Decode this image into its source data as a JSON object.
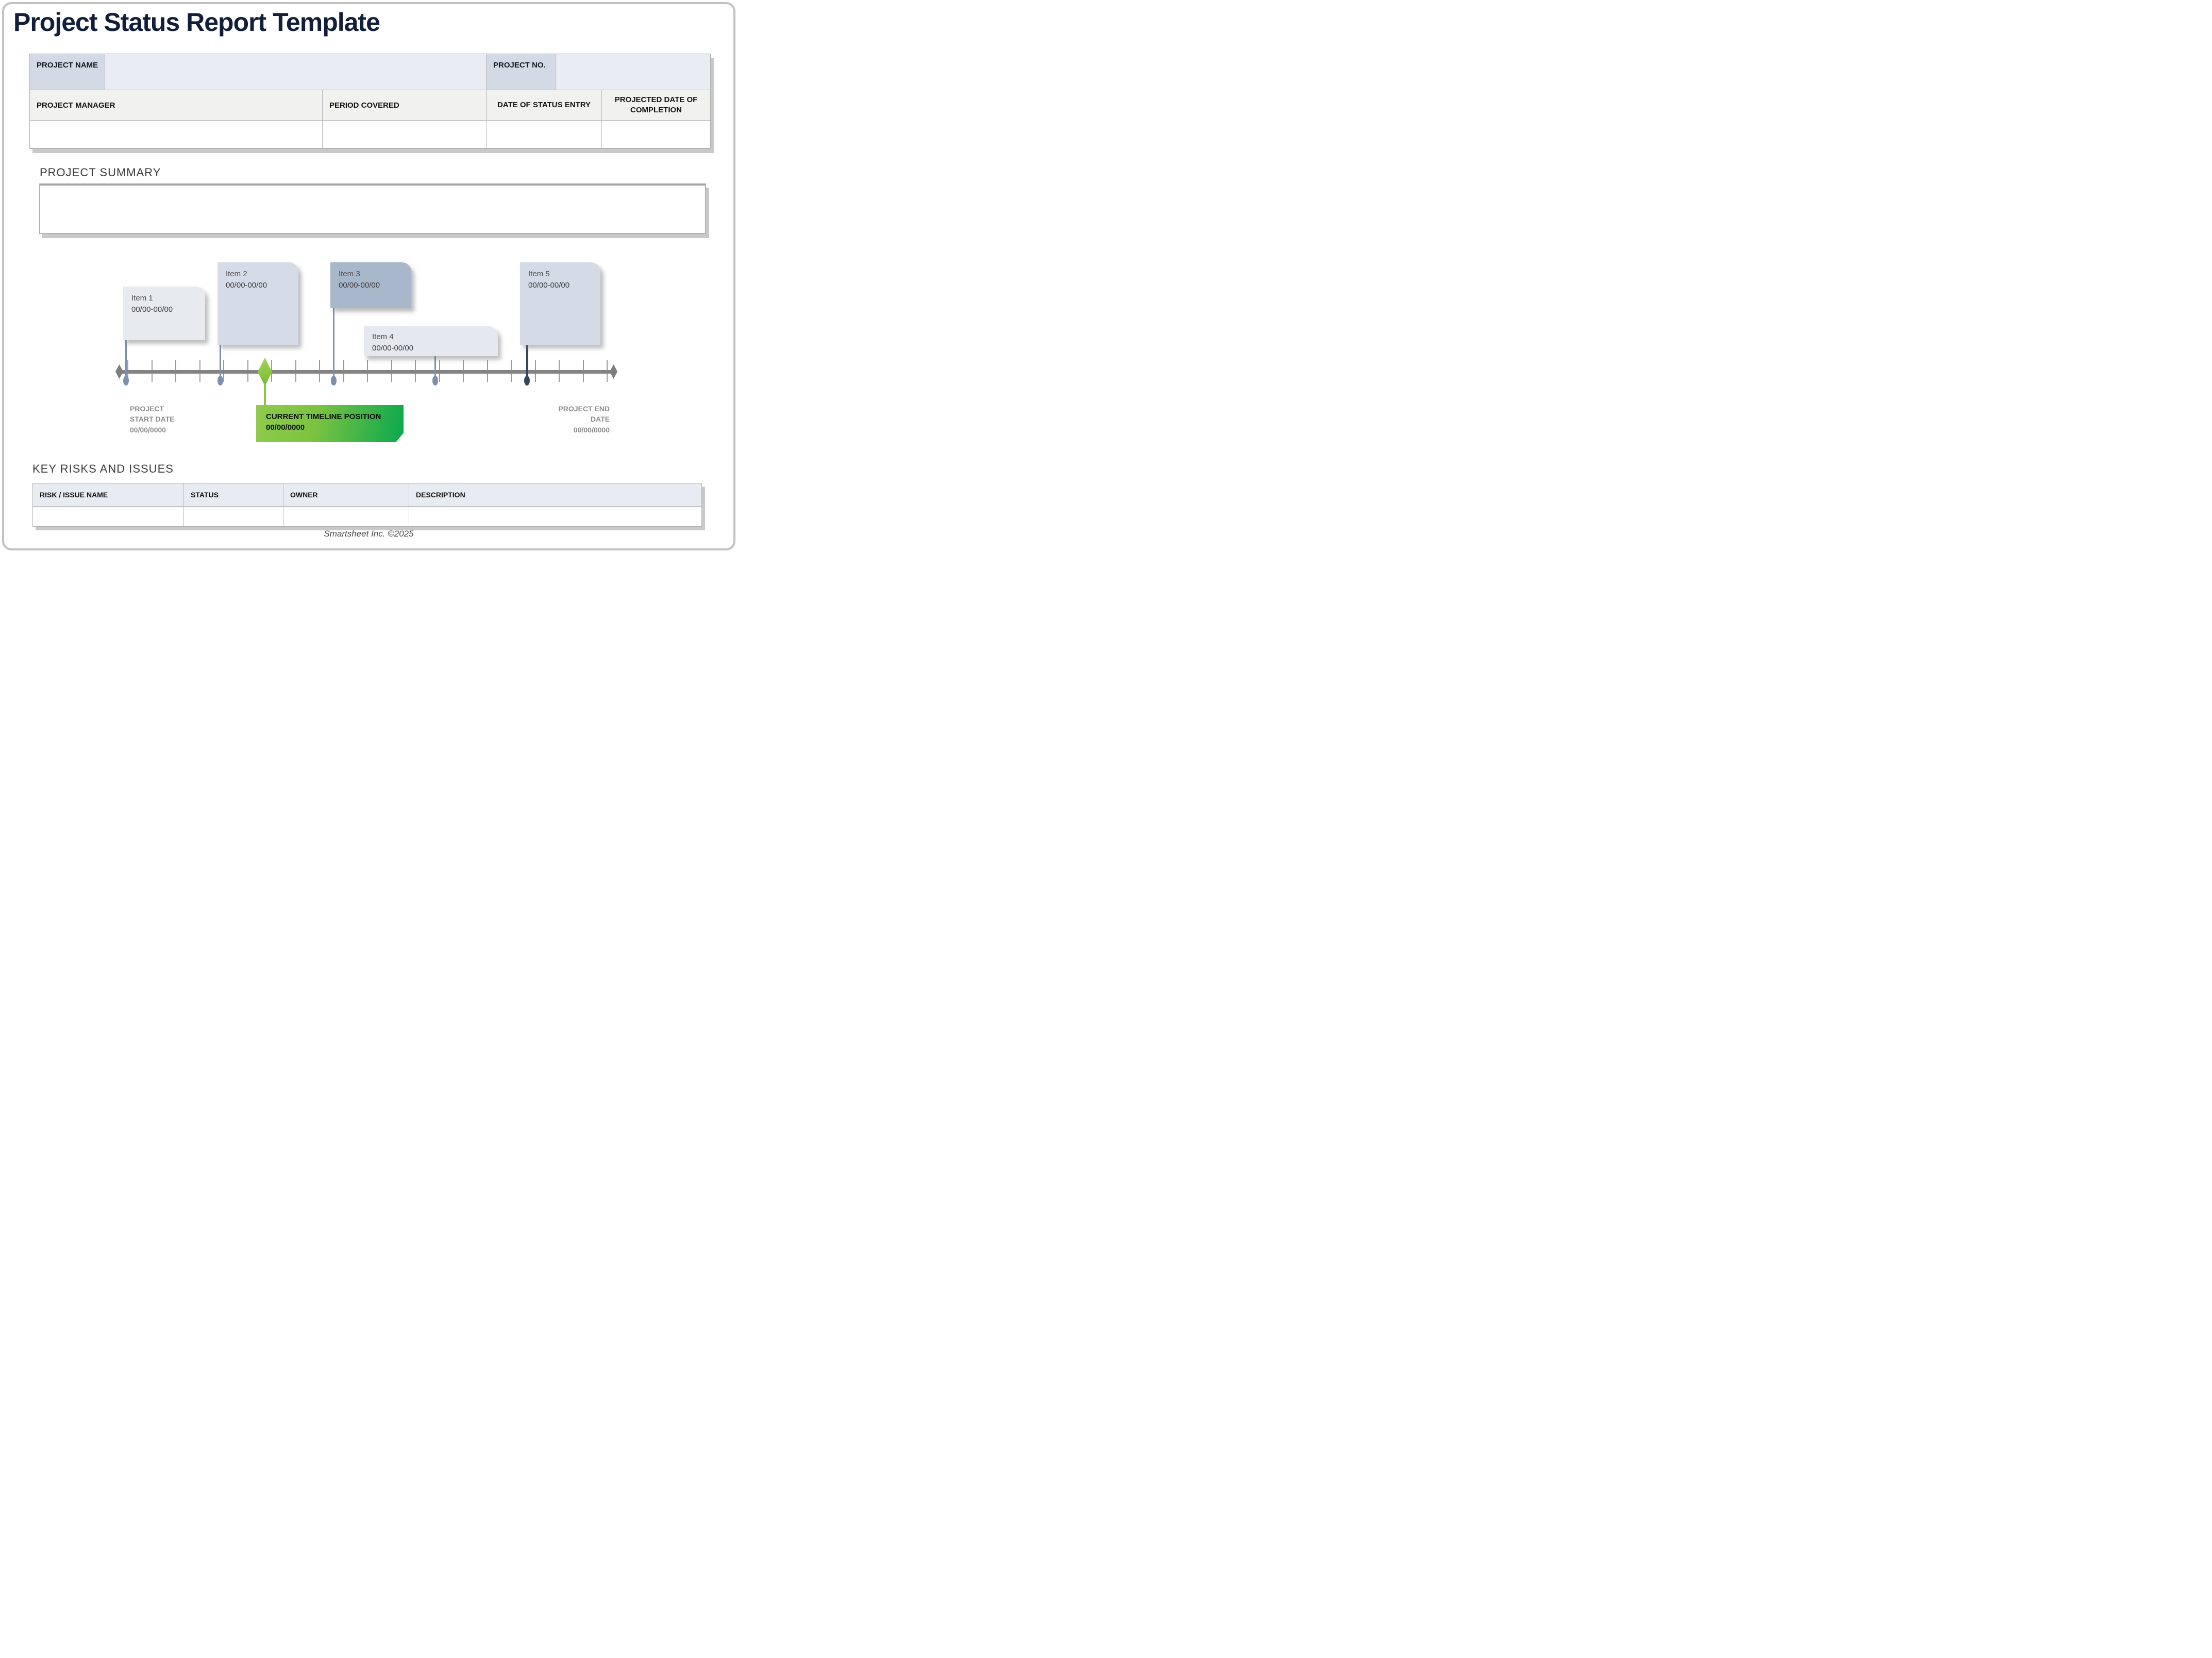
{
  "page": {
    "title": "Project Status Report Template",
    "footer": "Smartsheet Inc. ©2025"
  },
  "header_table": {
    "project_name": {
      "label": "PROJECT NAME",
      "value": ""
    },
    "project_no": {
      "label": "PROJECT NO.",
      "value": ""
    },
    "columns": [
      {
        "label": "PROJECT MANAGER",
        "value": ""
      },
      {
        "label": "PERIOD COVERED",
        "value": ""
      },
      {
        "label": "DATE OF STATUS ENTRY",
        "value": ""
      },
      {
        "label": "PROJECTED DATE OF COMPLETION",
        "value": ""
      }
    ]
  },
  "summary": {
    "heading": "PROJECT SUMMARY",
    "value": ""
  },
  "timeline": {
    "items": [
      {
        "label": "Item 1",
        "dates": "00/00-00/00"
      },
      {
        "label": "Item 2",
        "dates": "00/00-00/00"
      },
      {
        "label": "Item 3",
        "dates": "00/00-00/00"
      },
      {
        "label": "Item 4",
        "dates": "00/00-00/00"
      },
      {
        "label": "Item 5",
        "dates": "00/00-00/00"
      }
    ],
    "current_position": {
      "label": "CURRENT TIMELINE POSITION",
      "date": "00/00/0000"
    },
    "start_label": {
      "line1": "PROJECT",
      "line2": "START DATE",
      "date": "00/00/0000"
    },
    "end_label": {
      "line1": "PROJECT END",
      "line2": "DATE",
      "date": "00/00/0000"
    }
  },
  "risks": {
    "heading": "KEY RISKS AND ISSUES",
    "columns": [
      "RISK / ISSUE NAME",
      "STATUS",
      "OWNER",
      "DESCRIPTION"
    ],
    "rows": [
      [
        "",
        "",
        "",
        ""
      ]
    ]
  },
  "colors": {
    "title_navy": "#131f3a",
    "label_cell": "#d4dae5",
    "value_cell": "#e9edf3",
    "subheader_cell": "#f1f1f0",
    "risk_header": "#e8ebf2",
    "item1": "#e7eaef",
    "item2": "#d6dce7",
    "item3": "#a9b7cb",
    "item4": "#e5e9ef",
    "item5": "#d4dbe7",
    "stem_blue": "#7c90ae",
    "stem_dark": "#33465e",
    "timeline_bar": "#838383",
    "green_light": "#8dc63f",
    "green_dark": "#00a551",
    "gray_label": "#8c8c8c"
  }
}
